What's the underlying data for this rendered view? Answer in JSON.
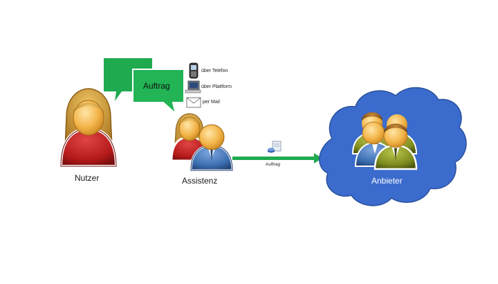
{
  "labels": {
    "nutzer": "Nutzer",
    "assistenz": "Assistenz",
    "anbieter": "Anbieter",
    "bubble": "Auftrag",
    "arrow": "Auftrag"
  },
  "channels": [
    {
      "icon": "phone-icon",
      "label": "über Telefon"
    },
    {
      "icon": "computer-icon",
      "label": "über Plattform"
    },
    {
      "icon": "mail-icon",
      "label": "per Mail"
    }
  ],
  "colors": {
    "female": "#b51a1a",
    "male_blue": "#3a6db0",
    "male_olive": "#7d8a1e",
    "bubble": "#1faa4f",
    "arrow": "#1faa4f",
    "cloud": "#3b6ccd",
    "skin": "#f0b34a",
    "hair_female": "#d9a53a",
    "hair_brown": "#a86a20"
  }
}
